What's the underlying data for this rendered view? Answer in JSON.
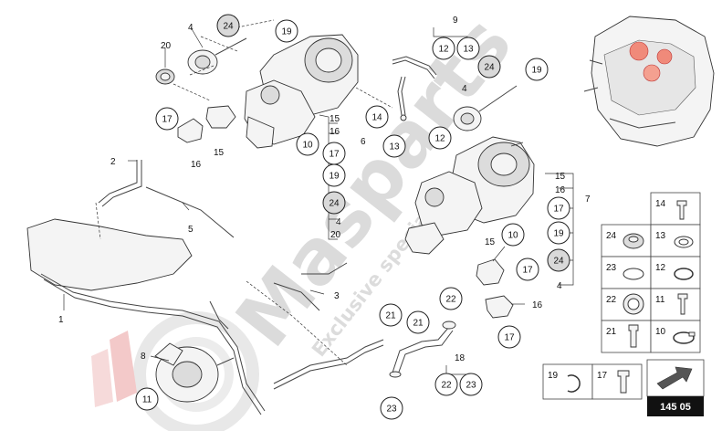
{
  "watermark": {
    "brand": "Masparts",
    "tagline": "Exclusive specialist",
    "color": "#c8c8c8",
    "accent": "#e03a3a"
  },
  "diagram_ref": "145 05",
  "callouts": {
    "c19a": "19",
    "c24a": "24",
    "c17a": "17",
    "c10a": "10",
    "c17b": "17",
    "c19b": "19",
    "c24b": "24",
    "c14": "14",
    "c13": "13",
    "c12a": "12",
    "c12b": "12",
    "c13b": "13",
    "c24c": "24",
    "c19c": "19",
    "c10b": "10",
    "c17c": "17",
    "c19d": "19",
    "c24d": "24",
    "c17d": "17",
    "c17e": "17",
    "c22": "22",
    "c21a": "21",
    "c21b": "21",
    "c22b": "22",
    "c23a": "23",
    "c23b": "23",
    "c11": "11"
  },
  "plain_labels": {
    "l4a": "4",
    "l20a": "20",
    "l9": "9",
    "l4b": "4",
    "l15a": "15",
    "l16a": "16",
    "l6": "6",
    "l4c": "4",
    "l20b": "20",
    "l16b": "16",
    "l15b": "15",
    "l2": "2",
    "l5": "5",
    "l1": "1",
    "l3": "3",
    "l8": "8",
    "l15c": "15",
    "l16c": "16",
    "l7": "7",
    "l15d": "15",
    "l4d": "4",
    "l16d": "16",
    "l18": "18"
  },
  "legend": {
    "rows": [
      [
        "",
        "14"
      ],
      [
        "24",
        "13"
      ],
      [
        "23",
        "12"
      ],
      [
        "22",
        "11"
      ],
      [
        "21",
        "10"
      ]
    ],
    "bottom": [
      "19",
      "17"
    ]
  }
}
